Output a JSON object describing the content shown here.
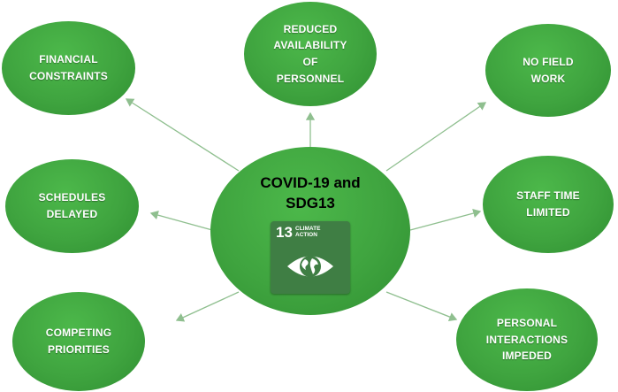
{
  "colors": {
    "node_fill": "#3fa43f",
    "node_gradient_light": "#4cb84a",
    "node_gradient_dark": "#2f8f31",
    "arrow": "#8fbf8f",
    "badge": "#3f7e44"
  },
  "center": {
    "title": "COVID-19 and\nSDG13",
    "badge_number": "13",
    "badge_label": "CLIMATE\nACTION",
    "badge_icon": "eye-earth-icon"
  },
  "nodes": [
    {
      "id": "financial-constraints",
      "label": "FINANCIAL\nCONSTRAINTS"
    },
    {
      "id": "reduced-availability-of-personnel",
      "label": "REDUCED\nAVAILABILITY\nOF\nPERSONNEL"
    },
    {
      "id": "no-field-work",
      "label": "NO FIELD\nWORK"
    },
    {
      "id": "schedules-delayed",
      "label": "SCHEDULES\nDELAYED"
    },
    {
      "id": "staff-time-limited",
      "label": "STAFF TIME\nLIMITED"
    },
    {
      "id": "competing-priorities",
      "label": "COMPETING\nPRIORITIES"
    },
    {
      "id": "personal-interactions-impeded",
      "label": "PERSONAL\nINTERACTIONS\nIMPEDED"
    }
  ]
}
